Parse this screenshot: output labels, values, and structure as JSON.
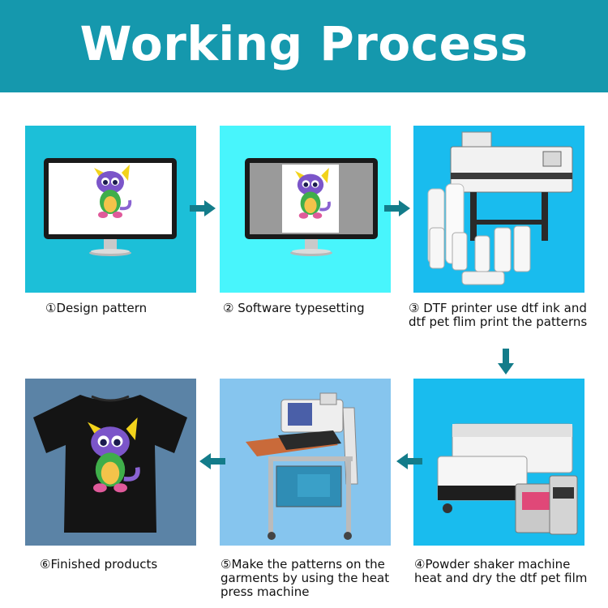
{
  "header": {
    "title": "Working Process"
  },
  "steps": [
    {
      "label_lines": [
        "①Design pattern"
      ],
      "panel_color": "#1cbfd8"
    },
    {
      "label_lines": [
        "② Software typesetting"
      ],
      "panel_color": "#48f5fc"
    },
    {
      "label_lines": [
        "③ DTF printer use dtf ink and",
        "dtf pet flim print the patterns"
      ],
      "panel_color": "#19bcee"
    },
    {
      "label_lines": [
        "④Powder shaker machine",
        "heat and dry the dtf pet film"
      ],
      "panel_color": "#19bcee"
    },
    {
      "label_lines": [
        "⑤Make the patterns on the",
        "garments by using the heat",
        "press machine"
      ],
      "panel_color": "#86c5ee"
    },
    {
      "label_lines": [
        "⑥Finished products"
      ],
      "panel_color": "#5b83a6"
    }
  ],
  "colors": {
    "banner": "#1598ad",
    "arrow": "#137c8a"
  }
}
